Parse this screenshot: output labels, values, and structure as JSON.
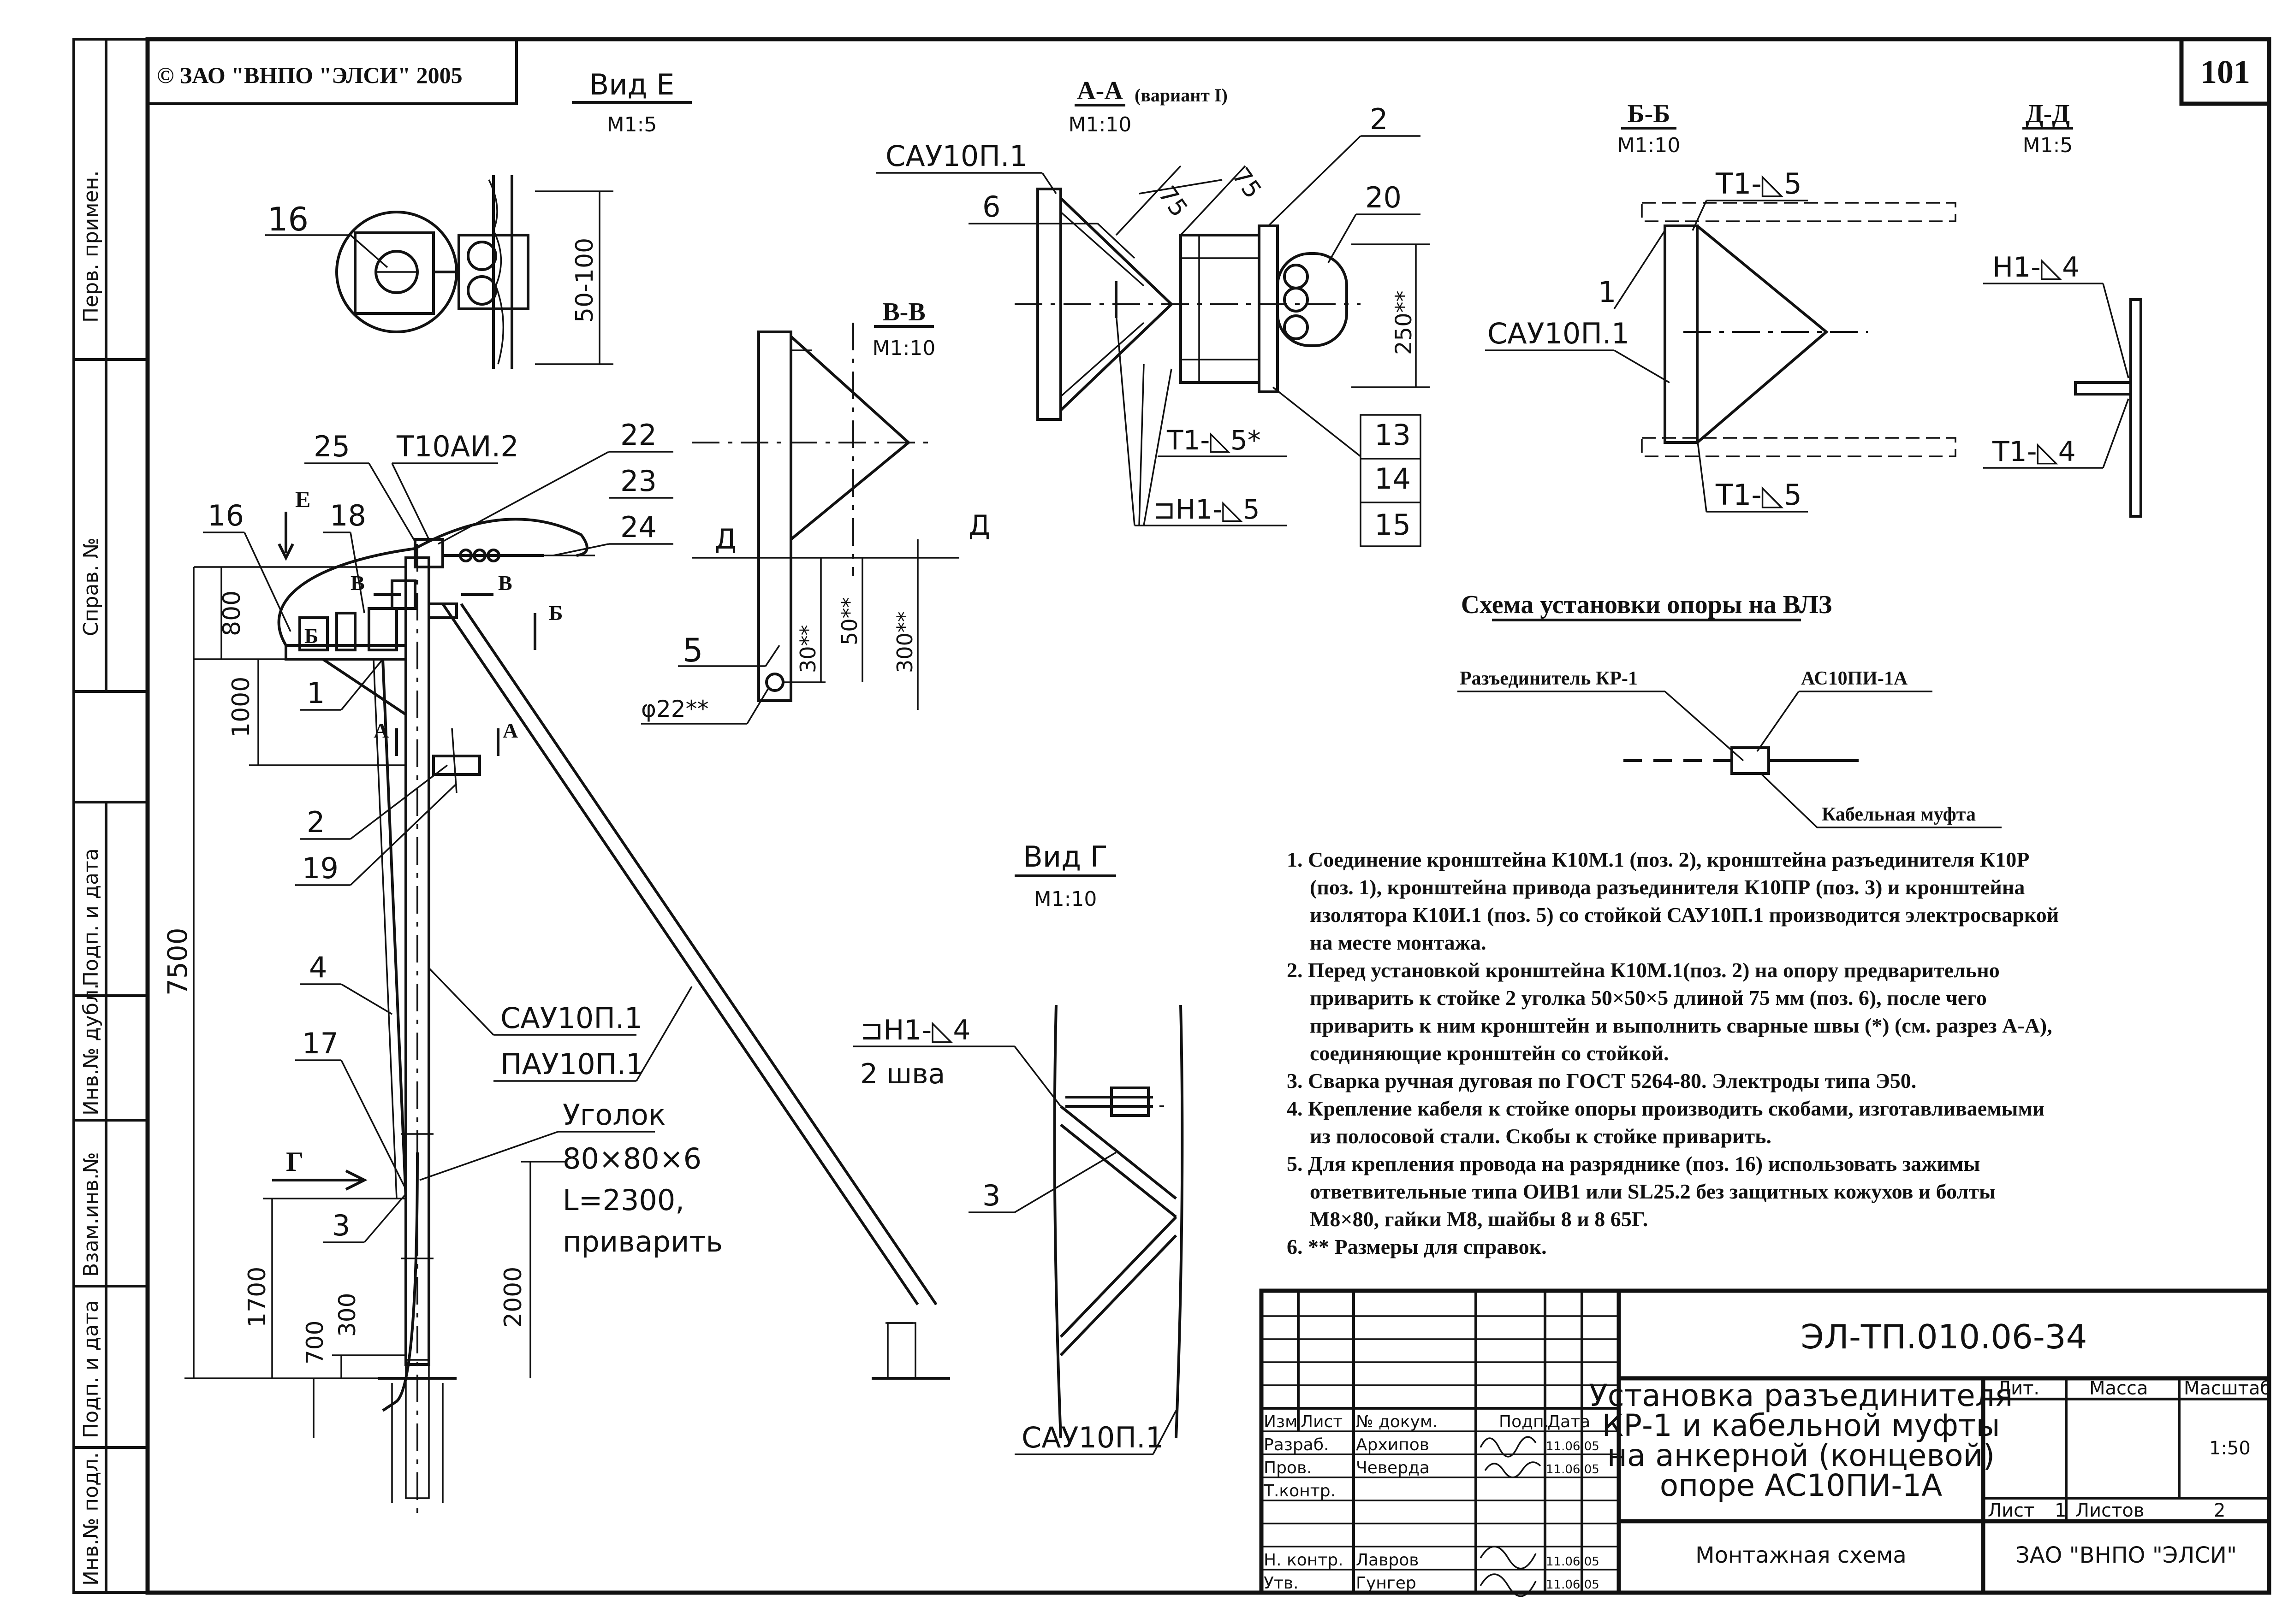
{
  "copyright": "© ЗАО \"ВНПО \"ЭЛСИ\" 2005",
  "sheet_number": "101",
  "side_stamps": [
    "Перв. примен.",
    "Справ. №",
    "Подп. и дата",
    "Инв.№ дубл.",
    "Взам.инв.№",
    "Подп. и дата",
    "Инв.№ подл."
  ],
  "views": {
    "view_e": {
      "title": "Вид Е",
      "scale": "М1:5",
      "dim": "50-100",
      "callout": "16"
    },
    "view_aa": {
      "title": "А-А",
      "variant": "(вариант I)",
      "scale": "М1:10",
      "dims": [
        "75",
        "75",
        "250**"
      ],
      "labels": [
        "САУ10П.1",
        "6",
        "2",
        "20",
        "13",
        "14",
        "15"
      ],
      "welds": [
        "Т1-◺5*",
        "⊐Н1-◺5"
      ]
    },
    "view_vv": {
      "title": "В-В",
      "scale": "М1:10",
      "labels": [
        "5",
        "Д",
        "Д"
      ],
      "dims": [
        "30**",
        "50**",
        "300**",
        "φ22**"
      ]
    },
    "view_bb": {
      "title": "Б-Б",
      "scale": "М1:10",
      "labels": [
        "1",
        "САУ10П.1"
      ],
      "welds": [
        "Т1-◺5",
        "Т1-◺5"
      ]
    },
    "view_dd": {
      "title": "Д-Д",
      "scale": "М1:5",
      "welds": [
        "Н1-◺4",
        "Т1-◺4"
      ]
    },
    "view_g": {
      "title": "Вид Г",
      "scale": "М1:10",
      "labels": [
        "3",
        "САУ10П.1"
      ],
      "weld": "⊐Н1-◺4",
      "weld_note": "2 шва"
    }
  },
  "main_view": {
    "labels": [
      "25",
      "Т10АИ.2",
      "22",
      "23",
      "24",
      "16",
      "18",
      "1",
      "2",
      "19",
      "4",
      "17",
      "3",
      "САУ10П.1",
      "ПАУ10П.1",
      "Уголок",
      "80×80×6",
      "L=2300,",
      "приварить"
    ],
    "section_marks": [
      "Е",
      "В",
      "В",
      "Б",
      "Б",
      "А",
      "А",
      "Г"
    ],
    "dims": [
      "800",
      "1000",
      "7500",
      "1700",
      "300",
      "700",
      "2000"
    ]
  },
  "scheme": {
    "title": "Схема установки опоры на ВЛЗ",
    "left_label": "Разъединитель КР-1",
    "right_label": "АС10ПИ-1А",
    "bottom_label": "Кабельная муфта"
  },
  "notes": [
    "1. Соединение кронштейна  К10М.1 (поз. 2), кронштейна разъединителя К10Р",
    "(поз. 1), кронштейна привода разъединителя К10ПР (поз. 3) и кронштейна",
    "изолятора К10И.1 (поз. 5) со стойкой САУ10П.1 производится электросваркой",
    "на месте монтажа.",
    "2. Перед установкой кронштейна К10М.1(поз. 2) на опору предварительно",
    "приварить к стойке 2 уголка 50×50×5 длиной 75 мм (поз. 6), после чего",
    "приварить к ним кронштейн и выполнить сварные швы (*) (см. разрез А-А),",
    "соединяющие кронштейн со стойкой.",
    "3. Сварка ручная дуговая по ГОСТ 5264-80. Электроды типа Э50.",
    "4. Крепление кабеля к стойке опоры производить скобами, изготавливаемыми",
    "из полосовой стали. Скобы к стойке приварить.",
    "5. Для крепления провода на разряднике (поз. 16) использовать зажимы",
    "ответвительные типа ОИВ1 или SL25.2 без защитных кожухов и болты",
    "М8×80, гайки М8, шайбы 8 и 8 65Г.",
    "6. ** Размеры для справок."
  ],
  "title_block": {
    "doc_code": "ЭЛ-ТП.010.06-34",
    "title": [
      "Установка разъединителя",
      "КР-1 и кабельной муфты",
      "на анкерной (концевой)",
      "опоре АС10ПИ-1А"
    ],
    "headers": [
      "Изм",
      "Лист",
      "№ докум.",
      "Подп.",
      "Дата"
    ],
    "roles": [
      {
        "role": "Разраб.",
        "name": "Архипов",
        "date": "11.06.05"
      },
      {
        "role": "Пров.",
        "name": "Чеверда",
        "date": "11.06.05"
      },
      {
        "role": "Т.контр.",
        "name": "",
        "date": ""
      },
      {
        "role": "",
        "name": "",
        "date": ""
      },
      {
        "role": "Н. контр.",
        "name": "Лавров",
        "date": "11.06.05"
      },
      {
        "role": "Утв.",
        "name": "Гунгер",
        "date": "11.06.05"
      }
    ],
    "lit_label": "Лит.",
    "mass_label": "Масса",
    "scale_label": "Масштаб",
    "scale_value": "1:50",
    "sheet_label": "Лист",
    "sheet_value": "1",
    "sheets_label": "Листов",
    "sheets_value": "2",
    "drawing_type": "Монтажная схема",
    "company": "ЗАО \"ВНПО \"ЭЛСИ\""
  }
}
